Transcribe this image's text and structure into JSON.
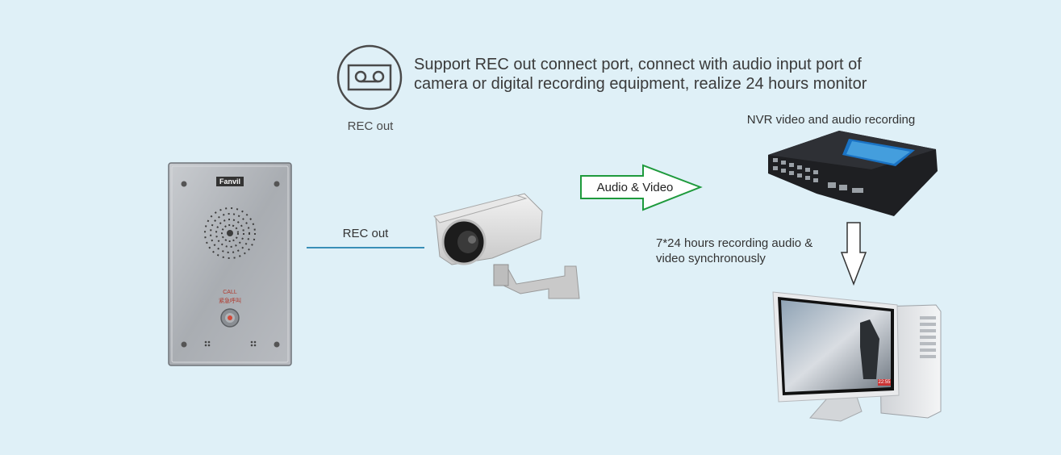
{
  "header": {
    "line1": "Support REC out connect port, connect with audio input port of",
    "line2": "camera or digital recording equipment, realize 24 hours monitor"
  },
  "rec_icon": {
    "icon": "cassette-icon",
    "caption": "REC out"
  },
  "door_phone": {
    "brand": "Fanvil",
    "call_label": "CALL",
    "call_sublabel": "紧急呼叫"
  },
  "connection": {
    "label": "REC out",
    "line_color": "#3a8fb7"
  },
  "arrow": {
    "label": "Audio & Video",
    "color": "#1e9a3c"
  },
  "nvr": {
    "caption": "NVR video and audio recording"
  },
  "down_arrow": {
    "caption_line1": "7*24 hours recording audio &",
    "caption_line2": "video synchronously"
  },
  "monitor": {
    "overlay_badge": "22:55"
  }
}
